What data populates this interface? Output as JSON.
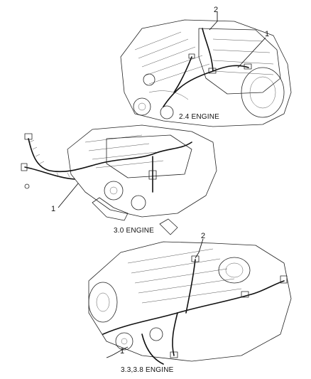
{
  "diagram": {
    "engines": [
      {
        "caption": "2.4 ENGINE",
        "callouts": [
          "2",
          "1"
        ]
      },
      {
        "caption": "3.0 ENGINE",
        "callouts": [
          "1"
        ]
      },
      {
        "caption": "3.3,3.8 ENGINE",
        "callouts": [
          "2",
          "1"
        ]
      }
    ]
  }
}
